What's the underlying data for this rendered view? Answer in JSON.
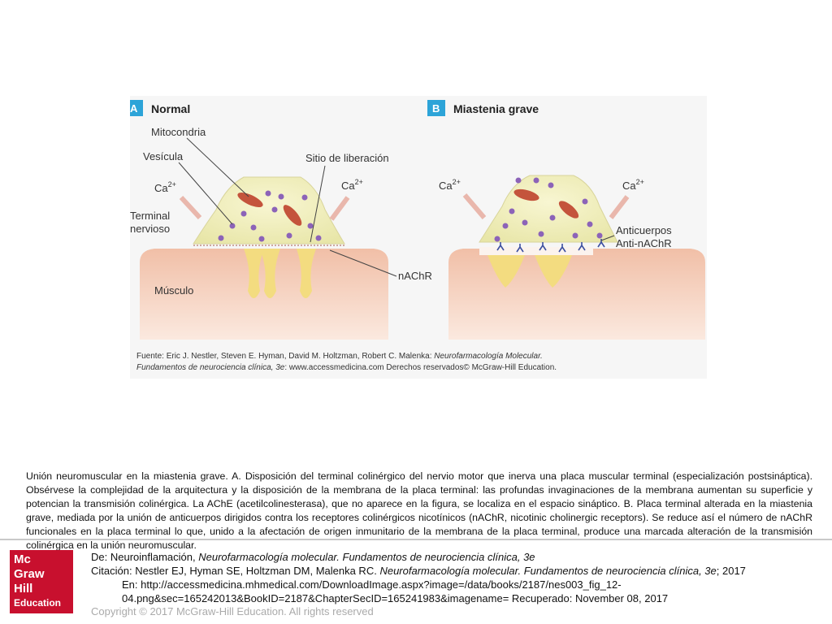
{
  "figure": {
    "panel_a": {
      "badge": "A",
      "title": "Normal"
    },
    "panel_b": {
      "badge": "B",
      "title": "Miastenia grave"
    },
    "labels": {
      "mitocondria": "Mitocondria",
      "vesicula": "Vesícula",
      "sitio": "Sitio de liberación",
      "ca": "Ca",
      "ca_sup": "2+",
      "terminal_1": "Terminal",
      "terminal_2": "nervioso",
      "musculo": "Músculo",
      "nachr": "nAChR",
      "anticuerpos_1": "Anticuerpos",
      "anticuerpos_2": "Anti-nAChR"
    },
    "source_line1_a": "Fuente: Eric J. Nestler, Steven E. Hyman, David M. Holtzman, Robert C. Malenka: ",
    "source_line1_b": "Neurofarmacología Molecular.",
    "source_line2_a": "Fundamentos de neurociencia clínica, 3e",
    "source_line2_b": ": www.accessmedicina.com Derechos reservados© McGraw-Hill Education."
  },
  "caption": " Unión neuromuscular en la miastenia grave. A. Disposición del terminal colinérgico del nervio motor que inerva una placa muscular terminal (especialización postsináptica). Obsérvese la complejidad de la arquitectura y la disposición de la membrana de la placa terminal: las profundas invaginaciones de la membrana  aumentan su superficie y potencian la transmisión colinérgica. La AChE (acetilcolinesterasa), que no aparece en la figura, se localiza en el espacio sináptico. B. Placa terminal alterada en la miastenia grave, mediada por la unión de anticuerpos dirigidos contra los receptores colinérgicos nicotínicos (nAChR, nicotinic cholinergic receptors). Se  reduce así el número de nAChR funcionales en la placa terminal lo que, unido a la afectación de origen inmunitario de la membrana de la placa terminal, produce una marcada alteración de la transmisión colinérgica en la unión neuromuscular.",
  "citation": {
    "de_label": "De: Neuroinflamación, ",
    "de_title": "Neurofarmacología molecular. Fundamentos de neurociencia clínica, 3e",
    "cite_label": "Citación: Nestler EJ, Hyman SE, Holtzman DM, Malenka RC",
    "cite_sep": ". ",
    "cite_title": "Neurofarmacología molecular. Fundamentos de neurociencia clínica, 3e",
    "cite_year": "; 2017",
    "en_line": "En: http://accessmedicina.mhmedical.com/DownloadImage.aspx?image=/data/books/2187/nes003_fig_12-",
    "url_line": "04.png&sec=165242013&BookID=2187&ChapterSecID=165241983&imagename= Recuperado: November 08, 2017"
  },
  "logo": {
    "line1": "Mc",
    "line2": "Graw",
    "line3": "Hill",
    "line4": "Education"
  },
  "copyright": "Copyright © 2017 McGraw-Hill Education. All rights reserved",
  "colors": {
    "terminal": "#efeeb8",
    "muscle": "#eeb49a",
    "vesicle": "#8c63b8",
    "badge": "#2da4d8",
    "brand": "#c8102e"
  }
}
